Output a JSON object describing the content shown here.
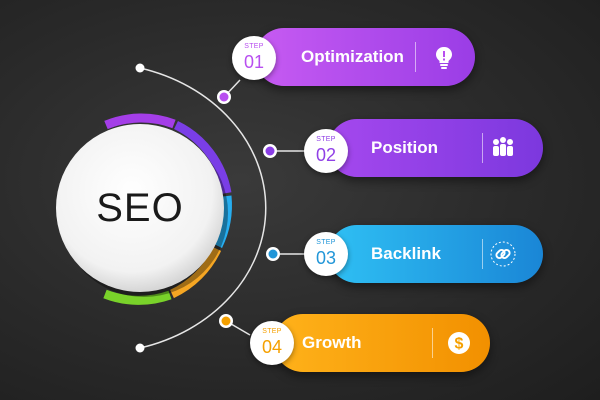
{
  "center": {
    "title": "SEO"
  },
  "steps": [
    {
      "step_word": "STEP",
      "number": "01",
      "label": "Optimization",
      "icon": "lightbulb-icon",
      "color": "#b84ff0"
    },
    {
      "step_word": "STEP",
      "number": "02",
      "label": "Position",
      "icon": "team-icon",
      "color": "#9040e6"
    },
    {
      "step_word": "STEP",
      "number": "03",
      "label": "Backlink",
      "icon": "link-icon",
      "color": "#26a6e6"
    },
    {
      "step_word": "STEP",
      "number": "04",
      "label": "Growth",
      "icon": "dollar-coin-icon",
      "color": "#f5a000"
    }
  ],
  "colors": {
    "background": "#2a2a2a",
    "ring_segments": [
      "#9b3ce8",
      "#7a3ee6",
      "#2ab0ee",
      "#f5a623",
      "#7ed321"
    ]
  }
}
